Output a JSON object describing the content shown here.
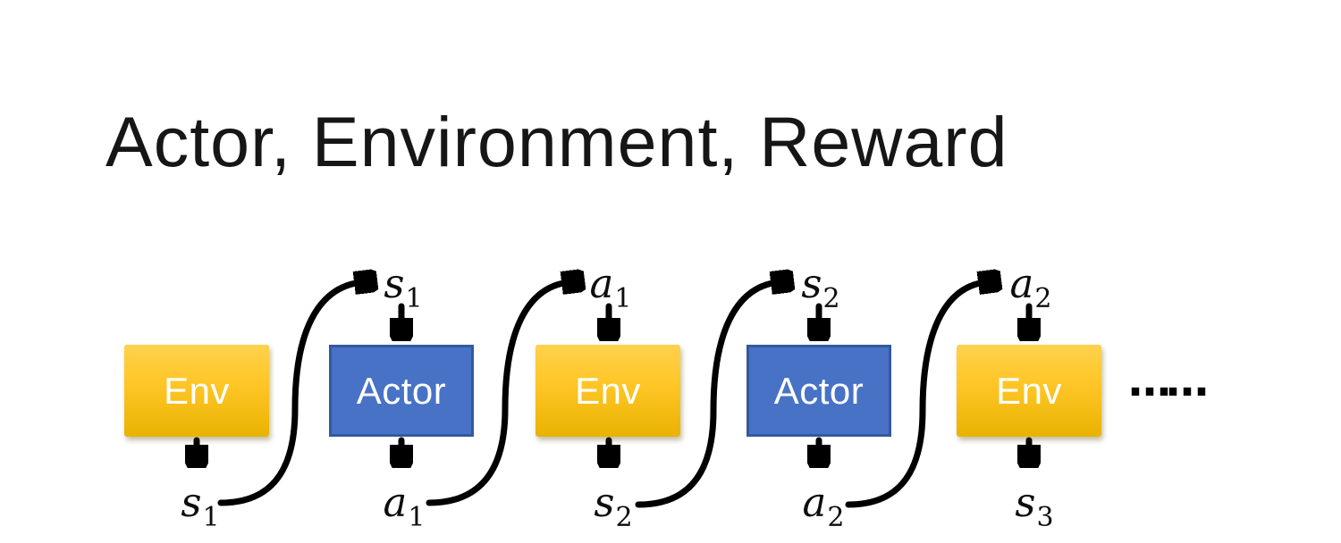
{
  "slide": {
    "title": "Actor, Environment, Reward",
    "boxes": [
      {
        "label": "Env",
        "type": "env"
      },
      {
        "label": "Actor",
        "type": "actor"
      },
      {
        "label": "Env",
        "type": "env"
      },
      {
        "label": "Actor",
        "type": "actor"
      },
      {
        "label": "Env",
        "type": "env"
      }
    ],
    "top_labels": [
      {
        "base": "s",
        "sub": "1"
      },
      {
        "base": "a",
        "sub": "1"
      },
      {
        "base": "s",
        "sub": "2"
      },
      {
        "base": "a",
        "sub": "2"
      }
    ],
    "bottom_labels": [
      {
        "base": "s",
        "sub": "1"
      },
      {
        "base": "a",
        "sub": "1"
      },
      {
        "base": "s",
        "sub": "2"
      },
      {
        "base": "a",
        "sub": "2"
      },
      {
        "base": "s",
        "sub": "3"
      }
    ],
    "ellipsis": "……",
    "colors": {
      "env_gradient_top": "#FFD14D",
      "env_gradient_bottom": "#E9B301",
      "actor_fill": "#4872C6",
      "actor_border": "#33599E",
      "box_text": "#FFFFFF",
      "arrow": "#000000",
      "title_text": "#161616",
      "background": "#FFFFFF"
    }
  }
}
